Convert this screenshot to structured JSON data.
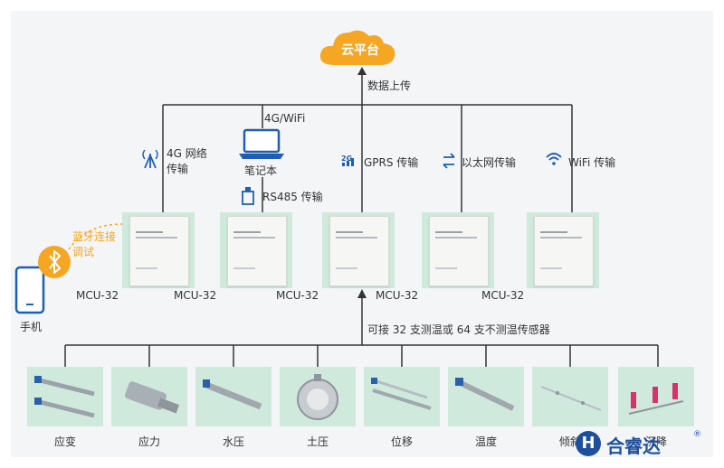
{
  "cloud": {
    "label": "云平台"
  },
  "upload_label": "数据上传",
  "laptop": {
    "top_label": "4G/WiFi",
    "label": "笔记本"
  },
  "links": {
    "net4g": "4G 网络\n传输",
    "rs485": "RS485 传输",
    "gprs": "GPRS 传输",
    "ethernet": "以太网传输",
    "wifi": "WiFi 传输"
  },
  "bluetooth": {
    "label": "蓝牙连接\n调试"
  },
  "phone": {
    "label": "手机"
  },
  "devices": [
    {
      "label": "MCU-32"
    },
    {
      "label": "MCU-32"
    },
    {
      "label": "MCU-32"
    },
    {
      "label": "MCU-32"
    },
    {
      "label": "MCU-32"
    }
  ],
  "capacity_label": "可接 32 支测温或 64 支不测温传感器",
  "sensors": [
    {
      "label": "应变"
    },
    {
      "label": "应力"
    },
    {
      "label": "水压"
    },
    {
      "label": "土压"
    },
    {
      "label": "位移"
    },
    {
      "label": "温度"
    },
    {
      "label": "倾斜"
    },
    {
      "label": "沉降"
    }
  ],
  "brand": {
    "name": "合睿达",
    "mark": "H",
    "registered": "®"
  },
  "colors": {
    "cloud": "#f5a623",
    "line": "#333333",
    "bluetooth": "#f5a623",
    "dashed": "#f5a623",
    "icon_blue": "#1e5fb4",
    "device_bg": "#cfe9dc",
    "brand": "#1e4f9c"
  }
}
